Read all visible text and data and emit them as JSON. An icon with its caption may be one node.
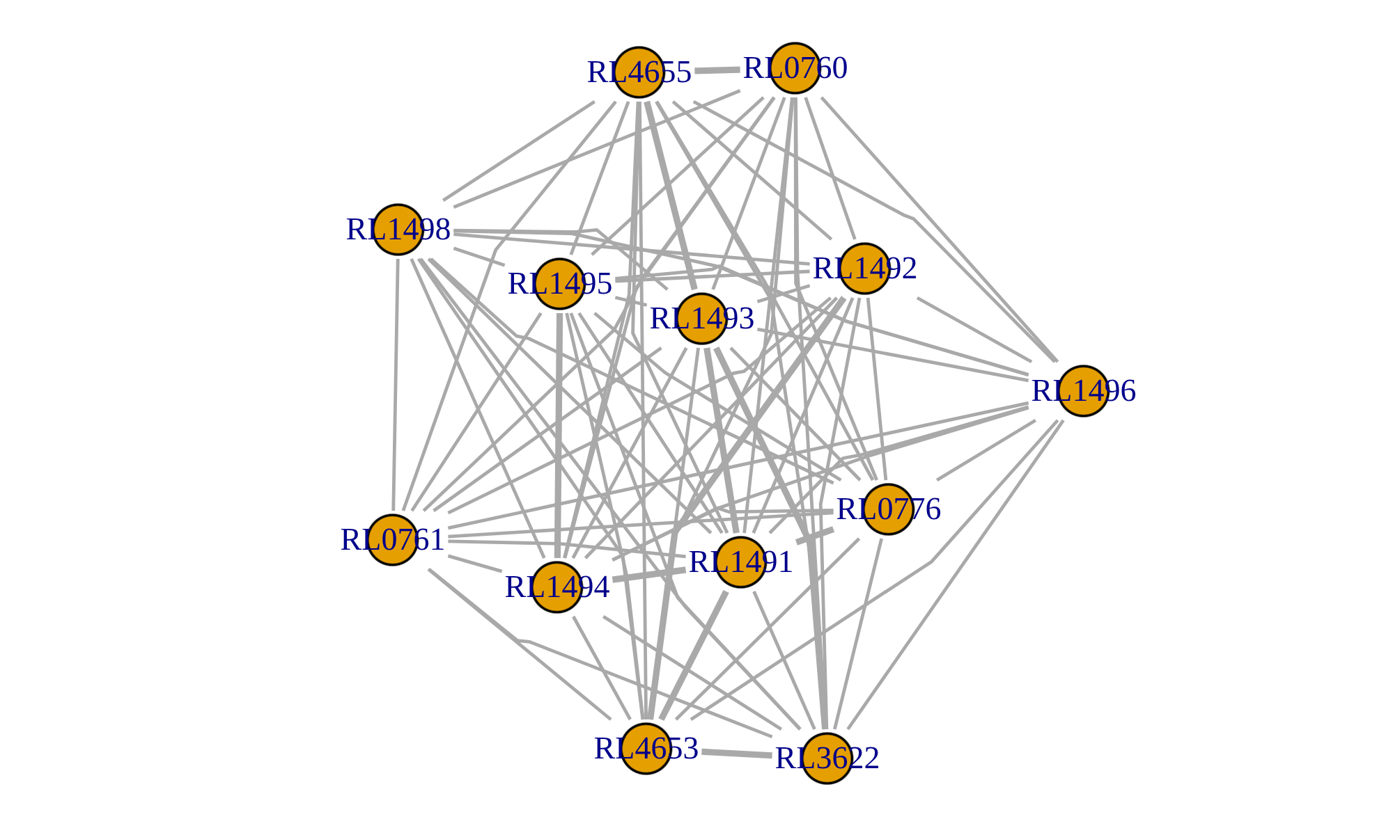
{
  "diagram": {
    "nodes": [
      {
        "text": [
          "RL4655"
        ]
      },
      {
        "text": [
          "RL0760"
        ]
      },
      {
        "text": [
          "RL1498"
        ]
      },
      {
        "text": [
          "RL1495"
        ]
      },
      {
        "text": [
          "RL1493"
        ]
      },
      {
        "text": [
          "RL1492"
        ]
      },
      {
        "text": [
          "RL1496"
        ]
      },
      {
        "text": [
          "RL0776"
        ]
      },
      {
        "text": [
          "RL0761"
        ]
      },
      {
        "text": [
          "RL1494"
        ]
      },
      {
        "text": [
          "RL1491"
        ]
      },
      {
        "text": [
          "RL4653"
        ]
      },
      {
        "text": [
          "RL3622"
        ]
      }
    ],
    "edges": [
      {
        "from": 0,
        "to": 1,
        "arrow": "none",
        "style": "thick"
      },
      {
        "from": 0,
        "to": 2,
        "arrow": "none"
      },
      {
        "from": 0,
        "to": 3,
        "arrow": "none"
      },
      {
        "from": 0,
        "to": 4,
        "arrow": "none",
        "style": "thick"
      },
      {
        "from": 0,
        "to": 5,
        "arrow": "none"
      },
      {
        "from": 0,
        "to": 6,
        "arrow": "none"
      },
      {
        "from": 0,
        "to": 7,
        "arrow": "none"
      },
      {
        "from": 0,
        "to": 8,
        "arrow": "none"
      },
      {
        "from": 0,
        "to": 9,
        "arrow": "none"
      },
      {
        "from": 0,
        "to": 10,
        "arrow": "none"
      },
      {
        "from": 0,
        "to": 11,
        "arrow": "none"
      },
      {
        "from": 0,
        "to": 12,
        "arrow": "none"
      },
      {
        "from": 1,
        "to": 2,
        "arrow": "none"
      },
      {
        "from": 1,
        "to": 3,
        "arrow": "none"
      },
      {
        "from": 1,
        "to": 4,
        "arrow": "none"
      },
      {
        "from": 1,
        "to": 5,
        "arrow": "none"
      },
      {
        "from": 1,
        "to": 6,
        "arrow": "none"
      },
      {
        "from": 1,
        "to": 7,
        "arrow": "none"
      },
      {
        "from": 1,
        "to": 8,
        "arrow": "none"
      },
      {
        "from": 1,
        "to": 9,
        "arrow": "none"
      },
      {
        "from": 1,
        "to": 10,
        "arrow": "none"
      },
      {
        "from": 1,
        "to": 11,
        "arrow": "none"
      },
      {
        "from": 1,
        "to": 12,
        "arrow": "none"
      },
      {
        "from": 2,
        "to": 3,
        "arrow": "none"
      },
      {
        "from": 2,
        "to": 4,
        "arrow": "none"
      },
      {
        "from": 2,
        "to": 5,
        "arrow": "none"
      },
      {
        "from": 2,
        "to": 6,
        "arrow": "none"
      },
      {
        "from": 2,
        "to": 7,
        "arrow": "none"
      },
      {
        "from": 2,
        "to": 8,
        "arrow": "none"
      },
      {
        "from": 2,
        "to": 9,
        "arrow": "none"
      },
      {
        "from": 2,
        "to": 10,
        "arrow": "none"
      },
      {
        "from": 2,
        "to": 11,
        "arrow": "none"
      },
      {
        "from": 2,
        "to": 12,
        "arrow": "none"
      },
      {
        "from": 3,
        "to": 4,
        "arrow": "none"
      },
      {
        "from": 3,
        "to": 5,
        "arrow": "none"
      },
      {
        "from": 3,
        "to": 6,
        "arrow": "none"
      },
      {
        "from": 3,
        "to": 7,
        "arrow": "none"
      },
      {
        "from": 3,
        "to": 8,
        "arrow": "none"
      },
      {
        "from": 3,
        "to": 9,
        "arrow": "none",
        "style": "thick"
      },
      {
        "from": 3,
        "to": 10,
        "arrow": "none"
      },
      {
        "from": 3,
        "to": 11,
        "arrow": "none"
      },
      {
        "from": 3,
        "to": 12,
        "arrow": "none"
      },
      {
        "from": 4,
        "to": 5,
        "arrow": "none"
      },
      {
        "from": 4,
        "to": 6,
        "arrow": "none"
      },
      {
        "from": 4,
        "to": 7,
        "arrow": "none"
      },
      {
        "from": 4,
        "to": 8,
        "arrow": "none"
      },
      {
        "from": 4,
        "to": 9,
        "arrow": "none"
      },
      {
        "from": 4,
        "to": 10,
        "arrow": "none",
        "style": "thick"
      },
      {
        "from": 4,
        "to": 11,
        "arrow": "none"
      },
      {
        "from": 4,
        "to": 12,
        "arrow": "none",
        "style": "thick"
      },
      {
        "from": 5,
        "to": 6,
        "arrow": "none"
      },
      {
        "from": 5,
        "to": 7,
        "arrow": "none"
      },
      {
        "from": 5,
        "to": 8,
        "arrow": "none"
      },
      {
        "from": 5,
        "to": 9,
        "arrow": "none"
      },
      {
        "from": 5,
        "to": 10,
        "arrow": "none"
      },
      {
        "from": 5,
        "to": 11,
        "arrow": "none",
        "style": "thick"
      },
      {
        "from": 5,
        "to": 12,
        "arrow": "none"
      },
      {
        "from": 6,
        "to": 7,
        "arrow": "none"
      },
      {
        "from": 6,
        "to": 8,
        "arrow": "none"
      },
      {
        "from": 6,
        "to": 9,
        "arrow": "none"
      },
      {
        "from": 6,
        "to": 10,
        "arrow": "none"
      },
      {
        "from": 6,
        "to": 11,
        "arrow": "none"
      },
      {
        "from": 6,
        "to": 12,
        "arrow": "none"
      },
      {
        "from": 7,
        "to": 8,
        "arrow": "none"
      },
      {
        "from": 7,
        "to": 9,
        "arrow": "none"
      },
      {
        "from": 7,
        "to": 10,
        "arrow": "none",
        "style": "thick"
      },
      {
        "from": 7,
        "to": 11,
        "arrow": "none"
      },
      {
        "from": 7,
        "to": 12,
        "arrow": "none"
      },
      {
        "from": 8,
        "to": 9,
        "arrow": "none"
      },
      {
        "from": 8,
        "to": 10,
        "arrow": "none"
      },
      {
        "from": 8,
        "to": 11,
        "arrow": "none"
      },
      {
        "from": 8,
        "to": 12,
        "arrow": "none"
      },
      {
        "from": 9,
        "to": 10,
        "arrow": "none",
        "style": "thick"
      },
      {
        "from": 9,
        "to": 11,
        "arrow": "none"
      },
      {
        "from": 9,
        "to": 12,
        "arrow": "none"
      },
      {
        "from": 10,
        "to": 11,
        "arrow": "none",
        "style": "thick"
      },
      {
        "from": 10,
        "to": 12,
        "arrow": "none"
      },
      {
        "from": 11,
        "to": 12,
        "arrow": "none",
        "style": "thick"
      }
    ]
  }
}
